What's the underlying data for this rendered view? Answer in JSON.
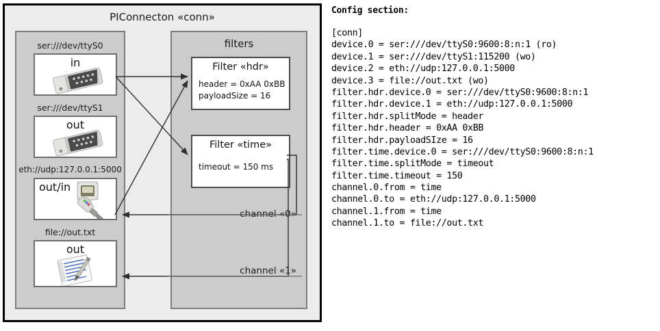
{
  "component": {
    "title": "PIConnecton «conn»",
    "devices_panel": {
      "name": "devices",
      "items": [
        {
          "label": "ser:///dev/ttyS0",
          "mode": "in",
          "icon": "serial-port-icon"
        },
        {
          "label": "ser:///dev/ttyS1",
          "mode": "out",
          "icon": "serial-port-icon"
        },
        {
          "label": "eth://udp:127.0.0.1:5000",
          "mode": "out/in",
          "icon": "ethernet-jack-icon"
        },
        {
          "label": "file://out.txt",
          "mode": "out",
          "icon": "text-file-icon"
        }
      ]
    },
    "filters_panel": {
      "title": "filters",
      "filters": [
        {
          "title": "Filter «hdr»",
          "props": [
            "header = 0xAA 0xBB",
            "payloadSize = 16"
          ]
        },
        {
          "title": "Filter «time»",
          "props": [
            "timeout = 150 ms"
          ]
        }
      ],
      "channels": [
        {
          "label": "channel «0»"
        },
        {
          "label": "channel «1»"
        }
      ]
    }
  },
  "config": {
    "heading": "Config section:",
    "lines": [
      "[conn]",
      "device.0 = ser:///dev/ttyS0:9600:8:n:1 (ro)",
      "device.1 = ser:///dev/ttyS1:115200 (wo)",
      "device.2 = eth://udp:127.0.0.1:5000",
      "device.3 = file://out.txt (wo)",
      "filter.hdr.device.0 = ser:///dev/ttyS0:9600:8:n:1",
      "filter.hdr.device.1 = eth://udp:127.0.0.1:5000",
      "filter.hdr.splitMode = header",
      "filter.hdr.header = 0xAA 0xBB",
      "filter.hdr.payloadSIze = 16",
      "filter.time.device.0 = ser:///dev/ttyS0:9600:8:n:1",
      "filter.time.splitMode = timeout",
      "filter.time.timeout = 150",
      "channel.0.from = time",
      "channel.0.to = eth://udp:127.0.0.1:5000",
      "channel.1.from = time",
      "channel.1.to = file://out.txt"
    ]
  },
  "colors": {
    "page_background": "#ffffff",
    "component_background": "#ececec",
    "panel_background": "#cccccc",
    "box_background": "#ffffff",
    "outline": "#000000",
    "panel_border": "#7d7d7d",
    "connector": "#3b3b3b"
  }
}
